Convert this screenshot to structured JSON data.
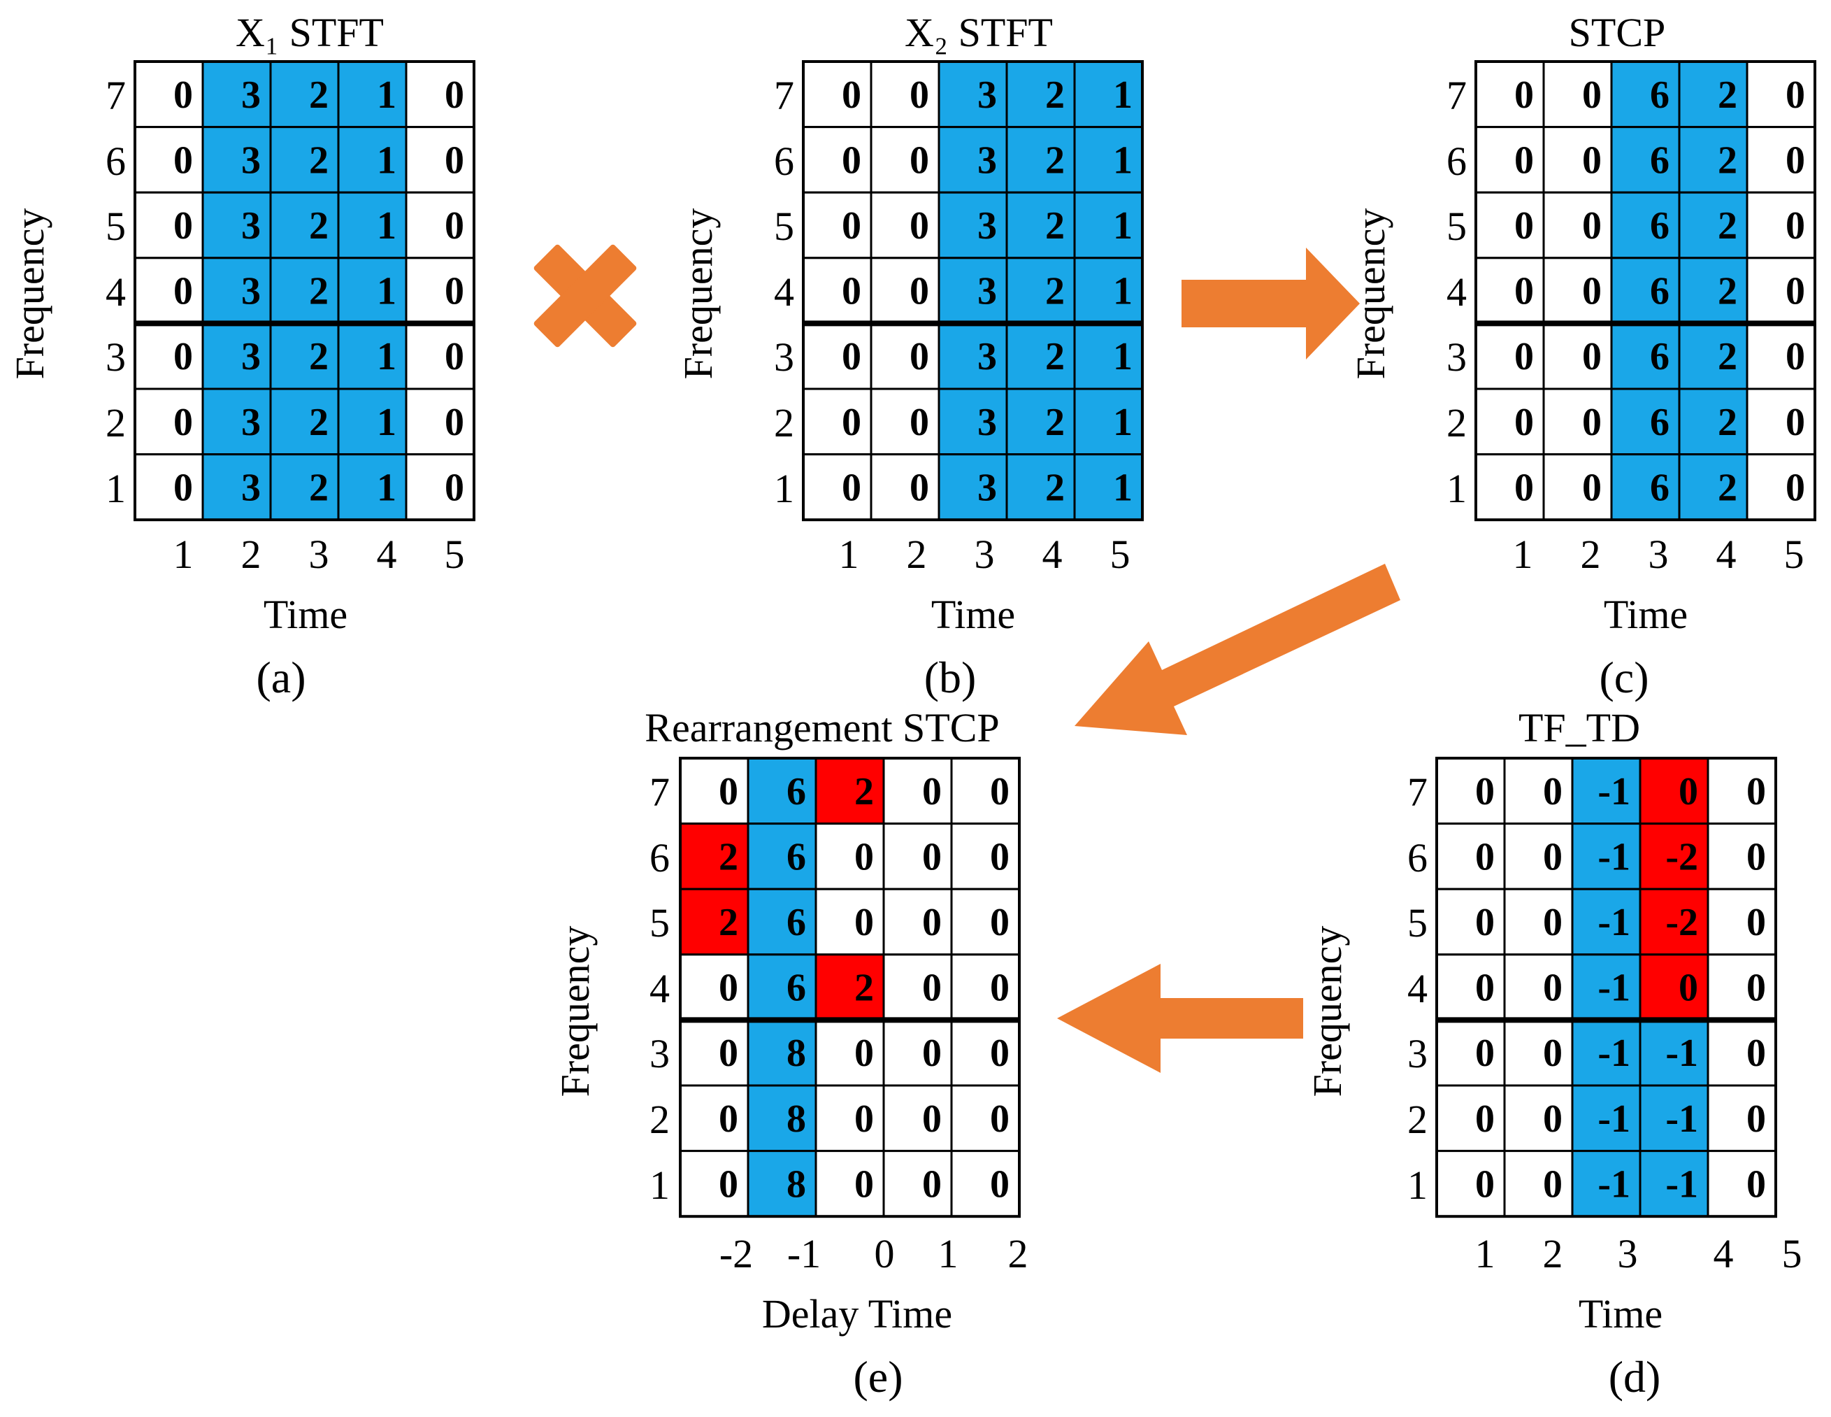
{
  "colors": {
    "blue": "#1aa7e8",
    "red": "#ff0000",
    "arrow": "#ed7d31",
    "line": "#000000",
    "cell": "#ffffff"
  },
  "panels": {
    "a": {
      "title": "X₁ STFT",
      "panel_label": "(a)",
      "ylabel": "Frequency",
      "xlabel": "Time",
      "x_ticks": [
        "1",
        "2",
        "3",
        "4",
        "5"
      ],
      "y_ticks": [
        "7",
        "6",
        "5",
        "4",
        "3",
        "2",
        "1"
      ],
      "rows": [
        [
          "0",
          "3",
          "2",
          "1",
          "0"
        ],
        [
          "0",
          "3",
          "2",
          "1",
          "0"
        ],
        [
          "0",
          "3",
          "2",
          "1",
          "0"
        ],
        [
          "0",
          "3",
          "2",
          "1",
          "0"
        ],
        [
          "0",
          "3",
          "2",
          "1",
          "0"
        ],
        [
          "0",
          "3",
          "2",
          "1",
          "0"
        ],
        [
          "0",
          "3",
          "2",
          "1",
          "0"
        ]
      ],
      "fills": [
        [
          "w",
          "b",
          "b",
          "b",
          "w"
        ],
        [
          "w",
          "b",
          "b",
          "b",
          "w"
        ],
        [
          "w",
          "b",
          "b",
          "b",
          "w"
        ],
        [
          "w",
          "b",
          "b",
          "b",
          "w"
        ],
        [
          "w",
          "b",
          "b",
          "b",
          "w"
        ],
        [
          "w",
          "b",
          "b",
          "b",
          "w"
        ],
        [
          "w",
          "b",
          "b",
          "b",
          "w"
        ]
      ]
    },
    "b": {
      "title": "X₂ STFT",
      "panel_label": "(b)",
      "ylabel": "Frequency",
      "xlabel": "Time",
      "x_ticks": [
        "1",
        "2",
        "3",
        "4",
        "5"
      ],
      "y_ticks": [
        "7",
        "6",
        "5",
        "4",
        "3",
        "2",
        "1"
      ],
      "rows": [
        [
          "0",
          "0",
          "3",
          "2",
          "1"
        ],
        [
          "0",
          "0",
          "3",
          "2",
          "1"
        ],
        [
          "0",
          "0",
          "3",
          "2",
          "1"
        ],
        [
          "0",
          "0",
          "3",
          "2",
          "1"
        ],
        [
          "0",
          "0",
          "3",
          "2",
          "1"
        ],
        [
          "0",
          "0",
          "3",
          "2",
          "1"
        ],
        [
          "0",
          "0",
          "3",
          "2",
          "1"
        ]
      ],
      "fills": [
        [
          "w",
          "w",
          "b",
          "b",
          "b"
        ],
        [
          "w",
          "w",
          "b",
          "b",
          "b"
        ],
        [
          "w",
          "w",
          "b",
          "b",
          "b"
        ],
        [
          "w",
          "w",
          "b",
          "b",
          "b"
        ],
        [
          "w",
          "w",
          "b",
          "b",
          "b"
        ],
        [
          "w",
          "w",
          "b",
          "b",
          "b"
        ],
        [
          "w",
          "w",
          "b",
          "b",
          "b"
        ]
      ]
    },
    "c": {
      "title": "STCP",
      "panel_label": "(c)",
      "ylabel": "Frequency",
      "xlabel": "Time",
      "x_ticks": [
        "1",
        "2",
        "3",
        "4",
        "5"
      ],
      "y_ticks": [
        "7",
        "6",
        "5",
        "4",
        "3",
        "2",
        "1"
      ],
      "rows": [
        [
          "0",
          "0",
          "6",
          "2",
          "0"
        ],
        [
          "0",
          "0",
          "6",
          "2",
          "0"
        ],
        [
          "0",
          "0",
          "6",
          "2",
          "0"
        ],
        [
          "0",
          "0",
          "6",
          "2",
          "0"
        ],
        [
          "0",
          "0",
          "6",
          "2",
          "0"
        ],
        [
          "0",
          "0",
          "6",
          "2",
          "0"
        ],
        [
          "0",
          "0",
          "6",
          "2",
          "0"
        ]
      ],
      "fills": [
        [
          "w",
          "w",
          "b",
          "b",
          "w"
        ],
        [
          "w",
          "w",
          "b",
          "b",
          "w"
        ],
        [
          "w",
          "w",
          "b",
          "b",
          "w"
        ],
        [
          "w",
          "w",
          "b",
          "b",
          "w"
        ],
        [
          "w",
          "w",
          "b",
          "b",
          "w"
        ],
        [
          "w",
          "w",
          "b",
          "b",
          "w"
        ],
        [
          "w",
          "w",
          "b",
          "b",
          "w"
        ]
      ]
    },
    "d": {
      "title": "TF_TD",
      "panel_label": "(d)",
      "ylabel": "Frequency",
      "xlabel": "Time",
      "x_ticks": [
        "1",
        "2",
        "3",
        "4",
        "5"
      ],
      "y_ticks": [
        "7",
        "6",
        "5",
        "4",
        "3",
        "2",
        "1"
      ],
      "rows": [
        [
          "0",
          "0",
          "-1",
          "0",
          "0"
        ],
        [
          "0",
          "0",
          "-1",
          "-2",
          "0"
        ],
        [
          "0",
          "0",
          "-1",
          "-2",
          "0"
        ],
        [
          "0",
          "0",
          "-1",
          "0",
          "0"
        ],
        [
          "0",
          "0",
          "-1",
          "-1",
          "0"
        ],
        [
          "0",
          "0",
          "-1",
          "-1",
          "0"
        ],
        [
          "0",
          "0",
          "-1",
          "-1",
          "0"
        ]
      ],
      "fills": [
        [
          "w",
          "w",
          "b",
          "r",
          "w"
        ],
        [
          "w",
          "w",
          "b",
          "r",
          "w"
        ],
        [
          "w",
          "w",
          "b",
          "r",
          "w"
        ],
        [
          "w",
          "w",
          "b",
          "r",
          "w"
        ],
        [
          "w",
          "w",
          "b",
          "b",
          "w"
        ],
        [
          "w",
          "w",
          "b",
          "b",
          "w"
        ],
        [
          "w",
          "w",
          "b",
          "b",
          "w"
        ]
      ]
    },
    "e": {
      "title": "Rearrangement STCP",
      "panel_label": "(e)",
      "ylabel": "Frequency",
      "xlabel": "Delay Time",
      "x_ticks": [
        "-2",
        "-1",
        "0",
        "1",
        "2"
      ],
      "y_ticks": [
        "7",
        "6",
        "5",
        "4",
        "3",
        "2",
        "1"
      ],
      "rows": [
        [
          "0",
          "6",
          "2",
          "0",
          "0"
        ],
        [
          "2",
          "6",
          "0",
          "0",
          "0"
        ],
        [
          "2",
          "6",
          "0",
          "0",
          "0"
        ],
        [
          "0",
          "6",
          "2",
          "0",
          "0"
        ],
        [
          "0",
          "8",
          "0",
          "0",
          "0"
        ],
        [
          "0",
          "8",
          "0",
          "0",
          "0"
        ],
        [
          "0",
          "8",
          "0",
          "0",
          "0"
        ]
      ],
      "fills": [
        [
          "w",
          "b",
          "r",
          "w",
          "w"
        ],
        [
          "r",
          "b",
          "w",
          "w",
          "w"
        ],
        [
          "r",
          "b",
          "w",
          "w",
          "w"
        ],
        [
          "w",
          "b",
          "r",
          "w",
          "w"
        ],
        [
          "w",
          "b",
          "w",
          "w",
          "w"
        ],
        [
          "w",
          "b",
          "w",
          "w",
          "w"
        ],
        [
          "w",
          "b",
          "w",
          "w",
          "w"
        ]
      ]
    }
  }
}
